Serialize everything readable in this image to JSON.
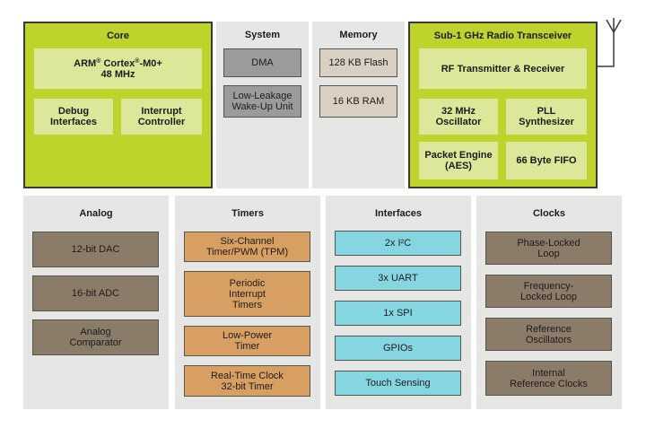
{
  "core": {
    "title": "Core",
    "cpu": "ARM® Cortex®-M0+\n48 MHz",
    "debug": "Debug\nInterfaces",
    "interrupt": "Interrupt\nController"
  },
  "system": {
    "title": "System",
    "dma": "DMA",
    "wakeup": "Low-Leakage\nWake-Up Unit"
  },
  "memory": {
    "title": "Memory",
    "flash": "128 KB Flash",
    "ram": "16 KB RAM"
  },
  "radio": {
    "title": "Sub-1 GHz Radio Transceiver",
    "rf": "RF Transmitter & Receiver",
    "osc": "32 MHz\nOscillator",
    "pll": "PLL\nSynthesizer",
    "packet": "Packet Engine\n(AES)",
    "fifo": "66 Byte FIFO"
  },
  "analog": {
    "title": "Analog",
    "items": [
      "12-bit DAC",
      "16-bit ADC",
      "Analog\nComparator"
    ]
  },
  "timers": {
    "title": "Timers",
    "items": [
      "Six-Channel\nTimer/PWM (TPM)",
      "Periodic\nInterrupt\nTimers",
      "Low-Power\nTimer",
      "Real-Time Clock\n32-bit Timer"
    ]
  },
  "interfaces": {
    "title": "Interfaces",
    "items": [
      "2x I²C",
      "3x UART",
      "1x SPI",
      "GPIOs",
      "Touch Sensing"
    ]
  },
  "clocks": {
    "title": "Clocks",
    "items": [
      "Phase-Locked\nLoop",
      "Frequency-\nLocked Loop",
      "Reference\nOscillators",
      "Internal\nReference Clocks"
    ]
  },
  "colors": {
    "core_green": "#bfd32d",
    "light_green": "#dde79a",
    "gray": "#9b9c9a",
    "beige": "#d9cfc2",
    "brown": "#8b7b69",
    "orange": "#d89f62",
    "cyan": "#86d6e2",
    "panel": "#e6e6e4"
  }
}
